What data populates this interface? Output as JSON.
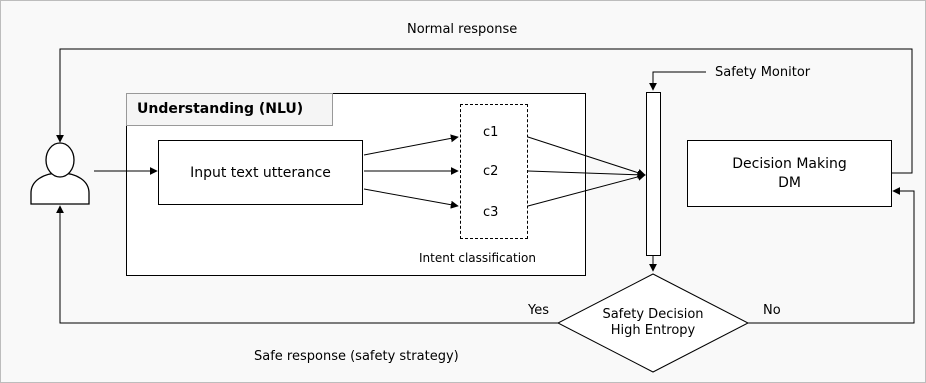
{
  "labels": {
    "normal_response": "Normal response",
    "safe_response": "Safe response (safety strategy)",
    "safety_monitor": "Safety Monitor",
    "yes": "Yes",
    "no": "No",
    "intent_classification": "Intent classification"
  },
  "nlu": {
    "title": "Understanding (NLU)"
  },
  "input": {
    "label": "Input text utterance"
  },
  "intents": [
    "c1",
    "c2",
    "c3"
  ],
  "dm": {
    "line1": "Decision Making",
    "line2": "DM"
  },
  "decision": {
    "line1": "Safety Decision",
    "line2": "High Entropy"
  }
}
